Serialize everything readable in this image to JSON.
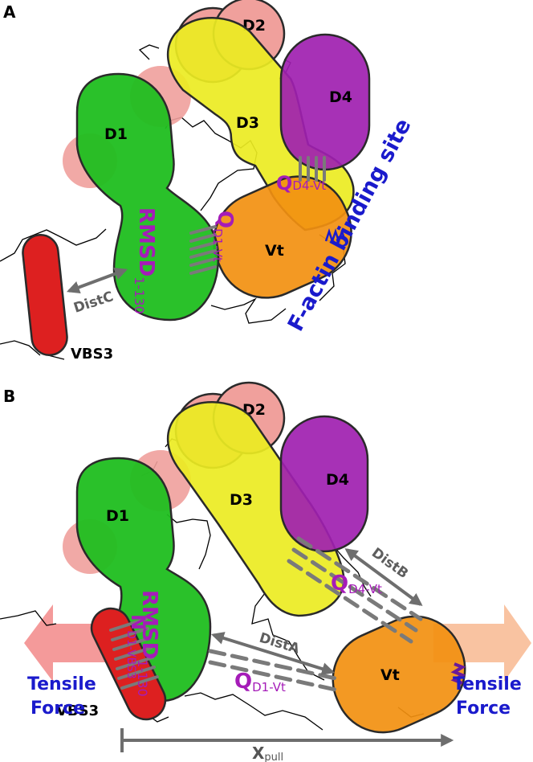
{
  "panels": {
    "a": {
      "panel_label": "A",
      "domains": {
        "d1": "D1",
        "d2": "D2",
        "d3": "D3",
        "d4": "D4",
        "vt": "Vt"
      },
      "vbs3": "VBS3",
      "rmsd": {
        "main": "RMSD",
        "sub": "1-130"
      },
      "q_d1_vt": {
        "main": "Q",
        "sub": "D1-Vt"
      },
      "q_d4_vt": {
        "main": "Q",
        "sub": "D4-Vt"
      },
      "dist_c": "DistC",
      "factin": "F-actin binding site"
    },
    "b": {
      "panel_label": "B",
      "domains": {
        "d1": "D1",
        "d2": "D2",
        "d3": "D3",
        "d4": "D4",
        "vt": "Vt"
      },
      "vbs3": "VBS3",
      "rmsd": {
        "main": "RMSD",
        "sub": "1-130"
      },
      "n_d1_vbs3": {
        "main": "N",
        "sub": "D1-VBS3"
      },
      "q_d1_vt": {
        "main": "Q",
        "sub": "D1-Vt"
      },
      "q_d4_vt": {
        "main": "Q",
        "sub": "D4-Vt"
      },
      "dist_a": "DistA",
      "dist_b": "DistB",
      "tensile_left": [
        "Tensile",
        "Force"
      ],
      "tensile_right": [
        "Tensile",
        "Force"
      ],
      "xpull": {
        "main": "X",
        "sub": "pull"
      }
    }
  },
  "colors": {
    "d1": "#1fbe1f",
    "d2": "#f0a09c",
    "d3": "#ecec22",
    "d4": "#a020b0",
    "vt": "#f29010",
    "vbs3": "#dd2020",
    "magenta_text": "#a51cb8",
    "blue_text": "#1a1acc",
    "arrow_gray": "#6e6e6e",
    "tensile_left": "#f28888",
    "tensile_right": "#f8b890"
  }
}
